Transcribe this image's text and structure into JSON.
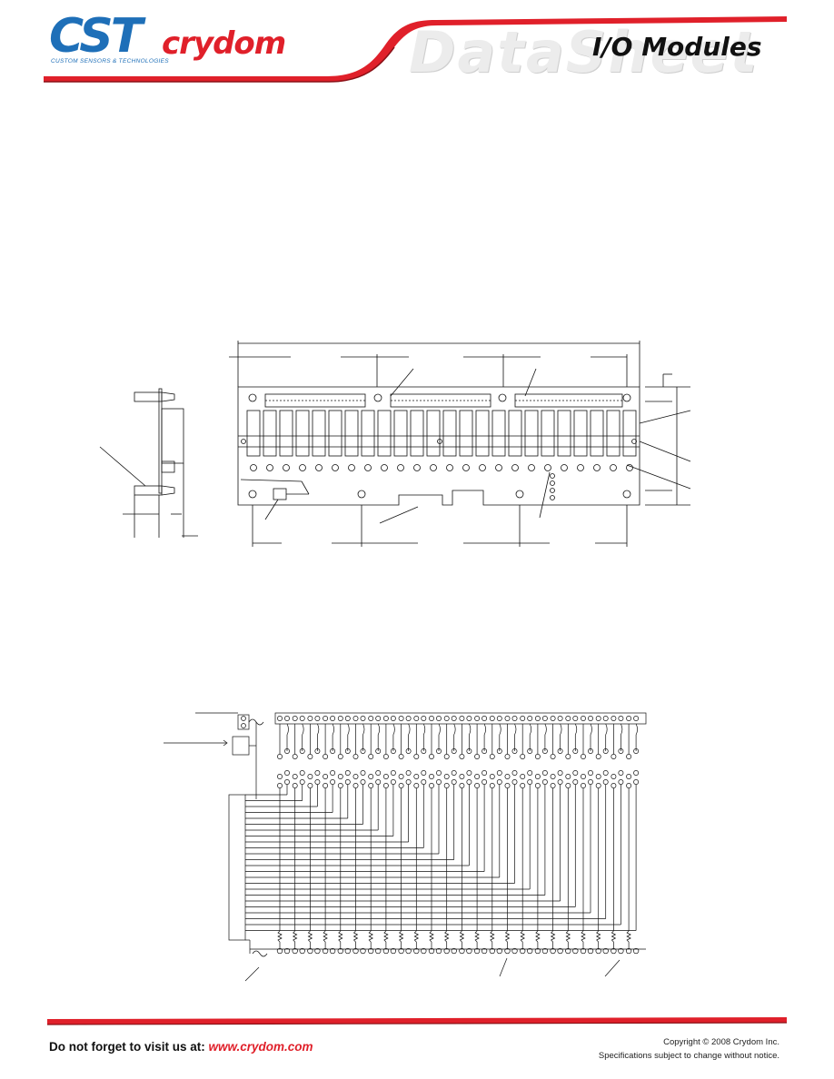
{
  "header": {
    "logo_main": "CST",
    "logo_sub": "CUSTOM SENSORS & TECHNOLOGIES",
    "brand": "crydom",
    "watermark": "DataSheet",
    "title": "I/O Modules",
    "accent_color": "#e0202a",
    "logo_color": "#1e6fb8"
  },
  "footer": {
    "visit_label": "Do not forget to visit us at:",
    "visit_url": "www.crydom.com",
    "copyright": "Copyright © 2008 Crydom Inc.",
    "notice": "Specifications subject to change without notice."
  }
}
